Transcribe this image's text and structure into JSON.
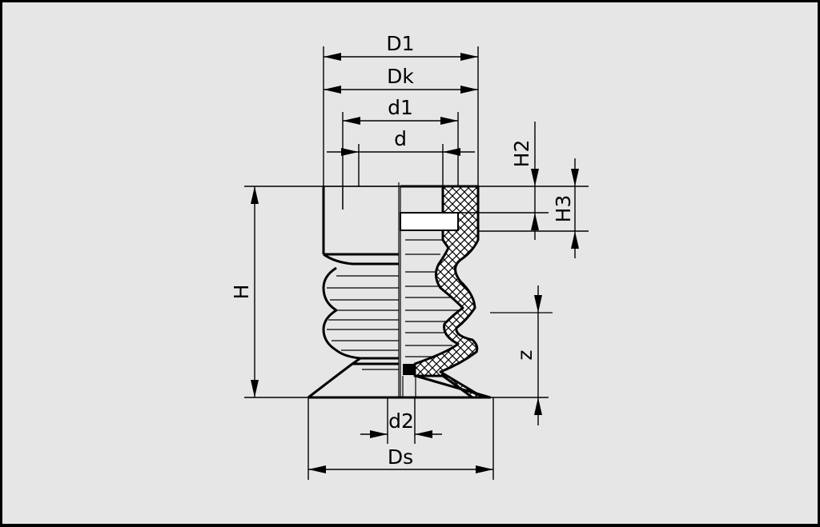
{
  "diagram": {
    "background": "#e6e6e6",
    "line_color": "#000000",
    "labels": {
      "D1": "D1",
      "Dk": "Dk",
      "d1": "d1",
      "d": "d",
      "H2": "H2",
      "H3": "H3",
      "H": "H",
      "z": "z",
      "d2": "d2",
      "Ds": "Ds"
    }
  }
}
